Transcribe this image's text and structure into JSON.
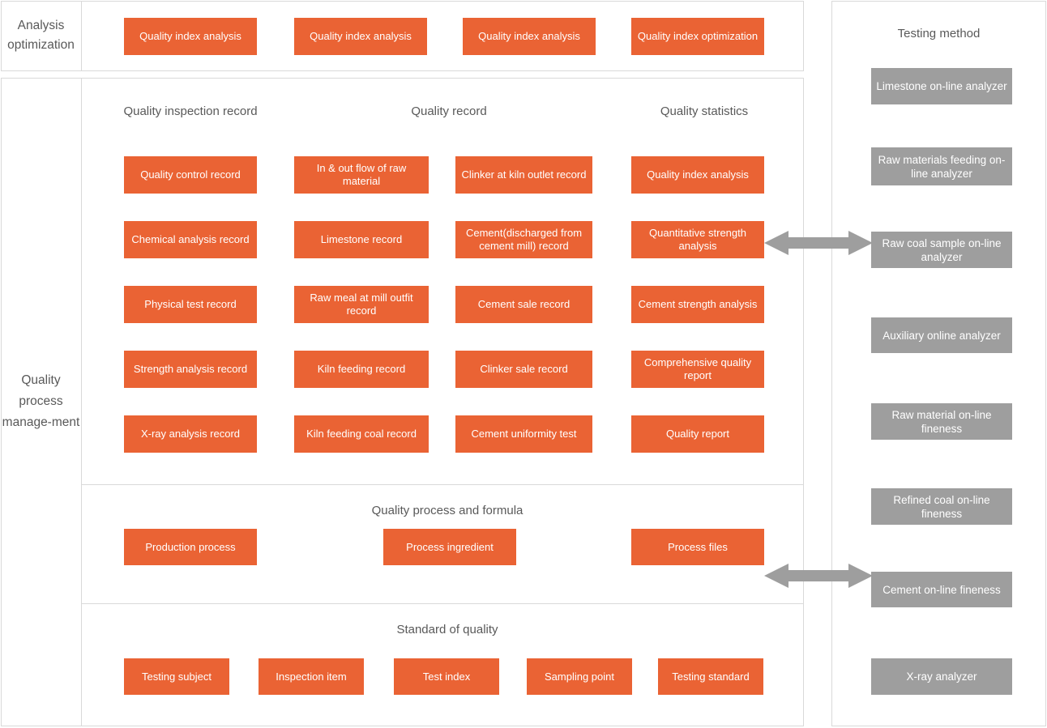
{
  "colors": {
    "orange": "#ea6334",
    "grey": "#9e9e9e",
    "border": "#d9d9d9",
    "text": "#595959",
    "arrow": "#9e9e9e"
  },
  "row_labels": {
    "analysis_optimization": "Analysis optimization",
    "quality_process_management": "Quality process manage-ment"
  },
  "analysis_optimization_row": {
    "boxes": [
      {
        "label": "Quality index analysis"
      },
      {
        "label": "Quality index analysis"
      },
      {
        "label": "Quality index analysis"
      },
      {
        "label": "Quality index optimization"
      }
    ]
  },
  "quality_process_management": {
    "column_titles": [
      "Quality inspection record",
      "Quality record",
      "Quality statistics"
    ],
    "columns": [
      {
        "title": "Quality inspection record",
        "boxes": [
          {
            "label": "Quality control record"
          },
          {
            "label": "Chemical analysis record"
          },
          {
            "label": "Physical test record"
          },
          {
            "label": "Strength analysis record"
          },
          {
            "label": "X-ray analysis record"
          }
        ]
      },
      {
        "title": "Quality record",
        "boxes": [
          {
            "label": "In & out flow of raw material"
          },
          {
            "label": "Limestone record"
          },
          {
            "label": "Raw meal at mill outfit record"
          },
          {
            "label": "Kiln feeding record"
          },
          {
            "label": "Kiln feeding coal record"
          }
        ]
      },
      {
        "title": "",
        "boxes": [
          {
            "label": "Clinker at kiln outlet record"
          },
          {
            "label": "Cement(discharged from cement mill) record"
          },
          {
            "label": "Cement sale record"
          },
          {
            "label": "Clinker sale record"
          },
          {
            "label": "Cement uniformity test"
          }
        ]
      },
      {
        "title": "Quality statistics",
        "boxes": [
          {
            "label": "Quality index analysis"
          },
          {
            "label": "Quantitative strength analysis"
          },
          {
            "label": "Cement strength analysis"
          },
          {
            "label": "Comprehensive quality report"
          },
          {
            "label": "Quality report"
          }
        ]
      }
    ],
    "process_formula": {
      "title": "Quality process and formula",
      "boxes": [
        {
          "label": "Production process"
        },
        {
          "label": "Process ingredient"
        },
        {
          "label": "Process files"
        }
      ]
    },
    "standard_of_quality": {
      "title": "Standard of quality",
      "boxes": [
        {
          "label": "Testing subject"
        },
        {
          "label": "Inspection item"
        },
        {
          "label": "Test index"
        },
        {
          "label": "Sampling point"
        },
        {
          "label": "Testing standard"
        }
      ]
    }
  },
  "testing_method": {
    "title": "Testing method",
    "boxes": [
      {
        "label": "Limestone  on-line analyzer"
      },
      {
        "label": "Raw materials feeding on-line analyzer"
      },
      {
        "label": "Raw coal sample on-line analyzer"
      },
      {
        "label": "Auxiliary online analyzer"
      },
      {
        "label": "Raw material on-line fineness"
      },
      {
        "label": "Refined coal on-line fineness"
      },
      {
        "label": "Cement on-line fineness"
      },
      {
        "label": "X-ray analyzer"
      }
    ]
  },
  "connectors": [
    {
      "name": "arrow-quantitative-strength-to-raw-coal",
      "type": "double-headed-arrow"
    },
    {
      "name": "arrow-process-files-to-cement-fineness",
      "type": "double-headed-arrow"
    }
  ]
}
